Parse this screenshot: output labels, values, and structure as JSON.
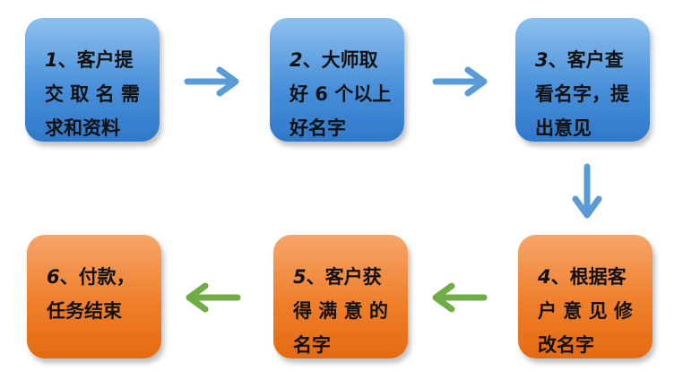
{
  "colors": {
    "blue_box": "#4a90da",
    "orange_box": "#ef7f2b",
    "blue_arrow": "#5b9bd5",
    "green_arrow": "#70ad47"
  },
  "steps": [
    {
      "number": "1",
      "lines": [
        "、客户提",
        "交 取 名 需",
        "求和资料"
      ]
    },
    {
      "number": "2",
      "lines": [
        "、大师取",
        "好 6 个以上",
        "好名字"
      ]
    },
    {
      "number": "3",
      "lines": [
        "、客户查",
        "看名字，提",
        "出意见"
      ]
    },
    {
      "number": "4",
      "lines": [
        "、根据客",
        "户 意 见 修",
        "改名字"
      ]
    },
    {
      "number": "5",
      "lines": [
        "、客户获",
        "得 满 意 的",
        "名字"
      ]
    },
    {
      "number": "6",
      "lines": [
        "、付款，",
        "任务结束"
      ]
    }
  ]
}
